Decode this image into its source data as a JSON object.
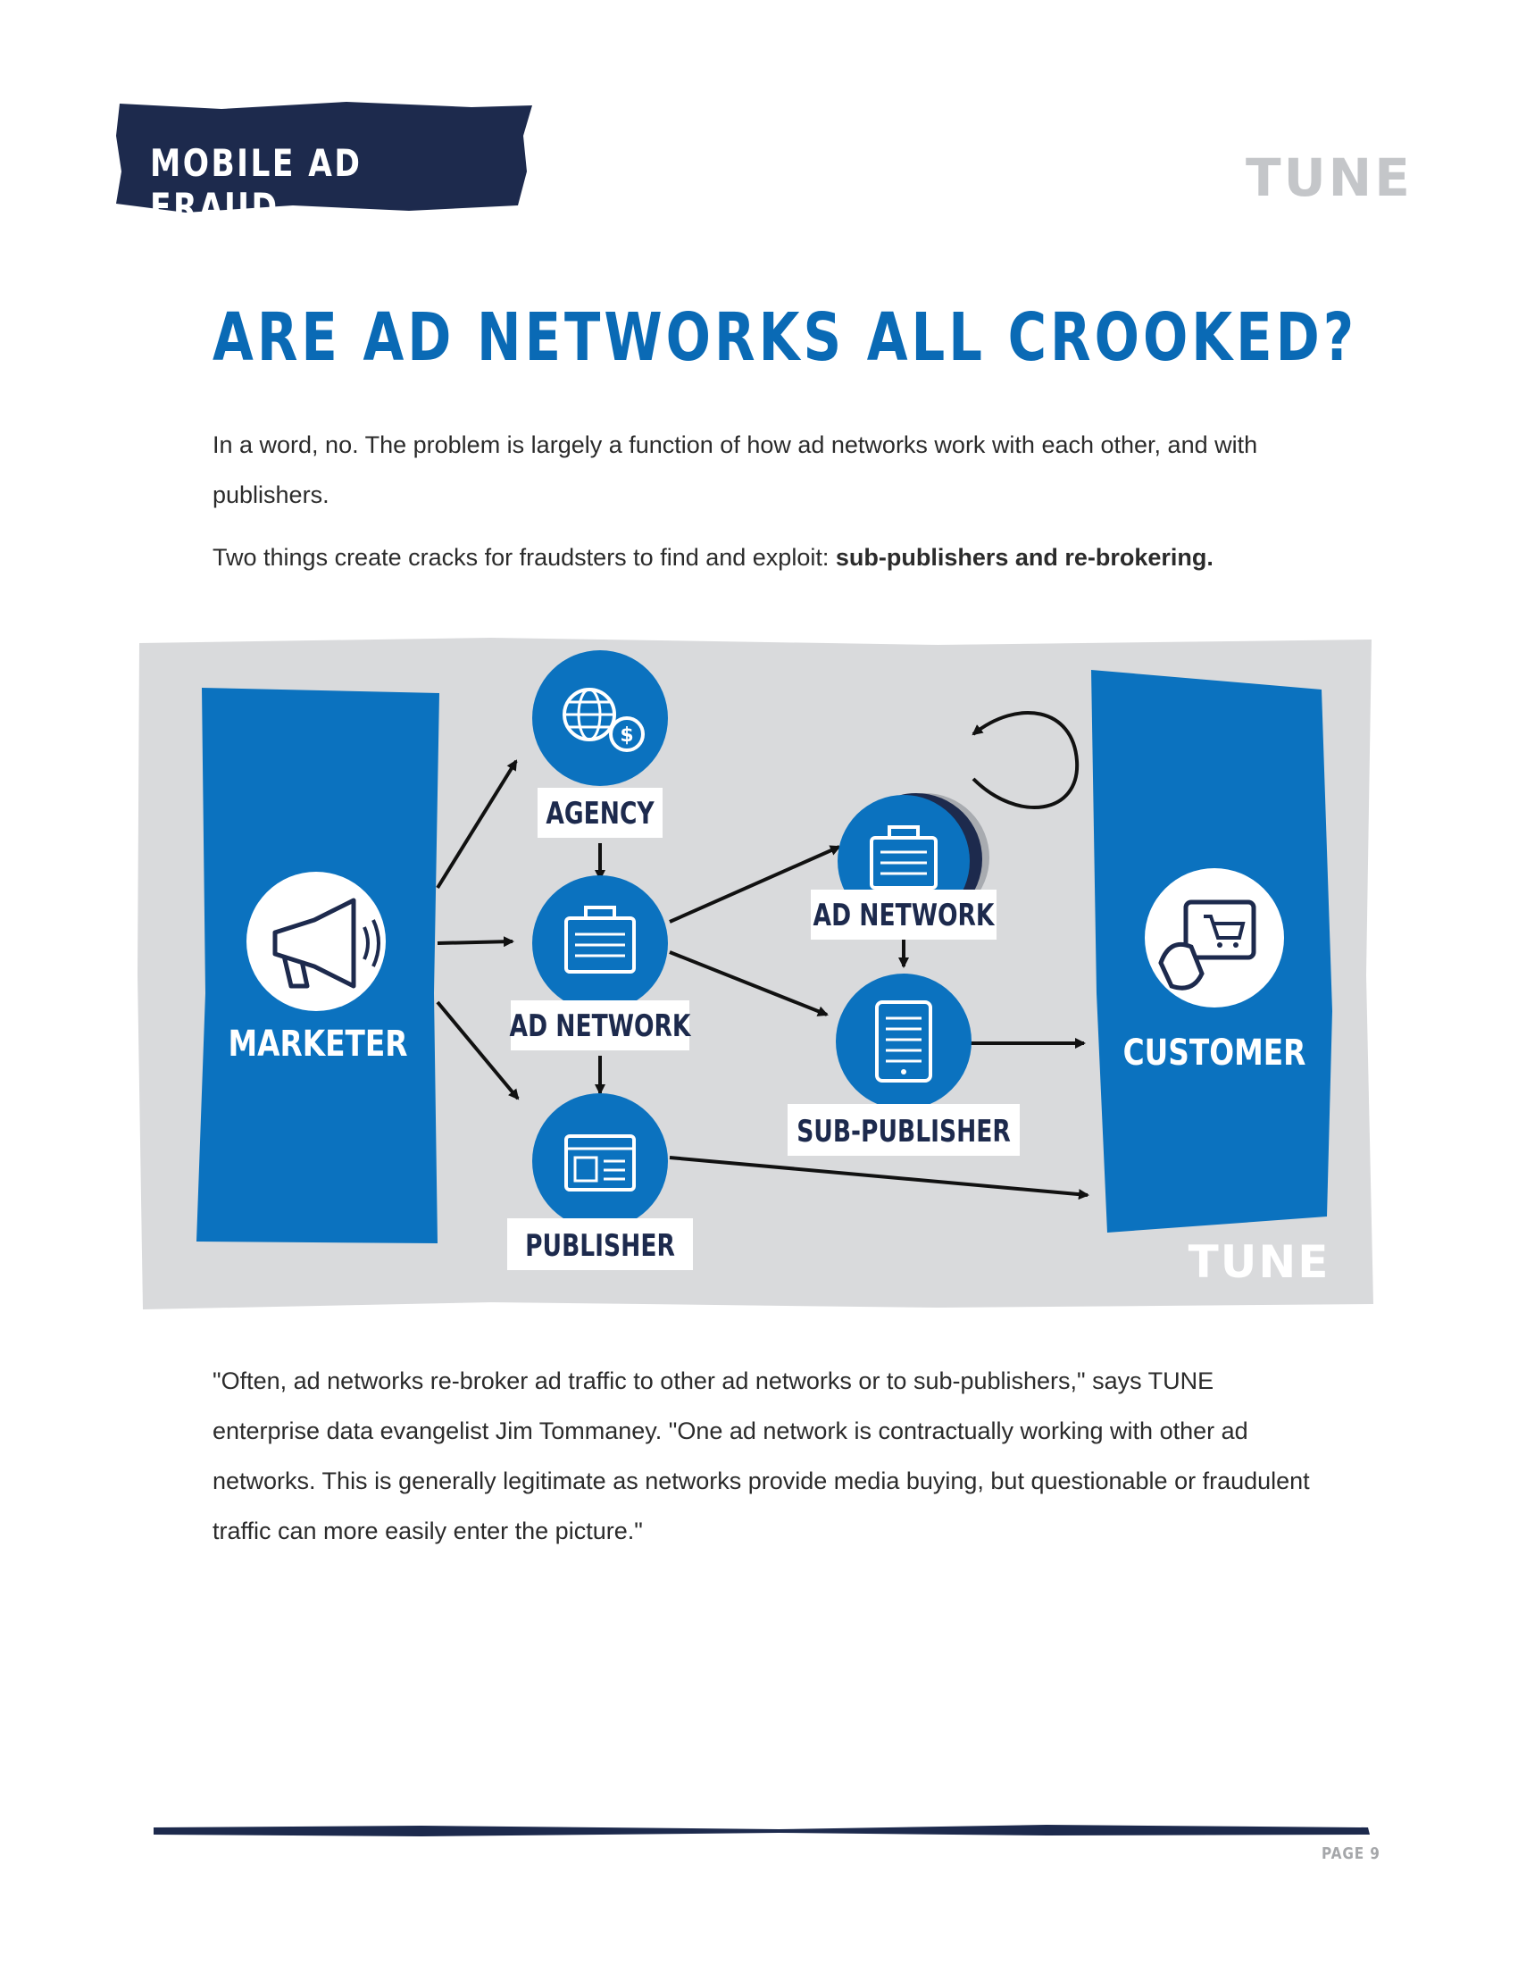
{
  "header": {
    "section_label": "MOBILE AD FRAUD",
    "brand": "TUNE"
  },
  "title": "ARE AD NETWORKS ALL CROOKED?",
  "intro": {
    "paragraph1": "In a word, no. The problem is largely a function of how ad networks work with each other, and with publishers.",
    "paragraph2_lead": "Two things create cracks for fraudsters to find and exploit: ",
    "paragraph2_bold": "sub-publishers and re-brokering."
  },
  "diagram": {
    "marketer": "MARKETER",
    "agency": "AGENCY",
    "ad_network_1": "AD NETWORK",
    "publisher": "PUBLISHER",
    "ad_network_2": "AD NETWORK",
    "sub_publisher": "SUB-PUBLISHER",
    "customer": "CUSTOMER",
    "brand": "TUNE",
    "colors": {
      "blue": "#0b72bf",
      "navy": "#1d2a4d",
      "panel": "#d9dadc"
    }
  },
  "quote": "\"Often, ad networks re-broker ad traffic to other ad networks or to sub-publishers,\" says TUNE enterprise data evangelist Jim Tommaney. \"One ad network is contractually working with other ad networks. This is generally legitimate as networks provide media buying, but questionable or fraudulent traffic can more easily enter the picture.\"",
  "footer": {
    "page_label": "PAGE 9"
  }
}
